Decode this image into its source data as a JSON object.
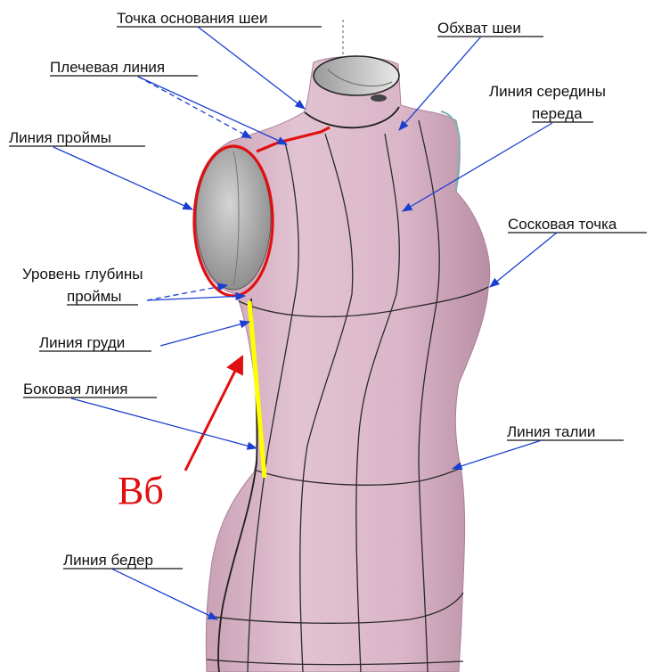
{
  "labels": {
    "neck_base_point": "Точка основания шеи",
    "neck_girth": "Обхват шеи",
    "shoulder_line": "Плечевая линия",
    "front_center_line_1": "Линия середины",
    "front_center_line_2": "переда",
    "armhole_line": "Линия проймы",
    "bust_point": "Сосковая точка",
    "armhole_depth_1": "Уровень глубины",
    "armhole_depth_2": "проймы",
    "chest_line": "Линия груди",
    "side_line": "Боковая линия",
    "waist_line": "Линия талии",
    "hip_line": "Линия бедер",
    "side_measure": "Вб"
  },
  "colors": {
    "body": "#dcb8c9",
    "body_shade": "#c59bb0",
    "arrow": "#1a3fd0",
    "highlight_red": "#e01010",
    "highlight_yellow": "#ffff00",
    "seam": "#1e1e1e",
    "armhole_fill": "#bdbdbd"
  }
}
